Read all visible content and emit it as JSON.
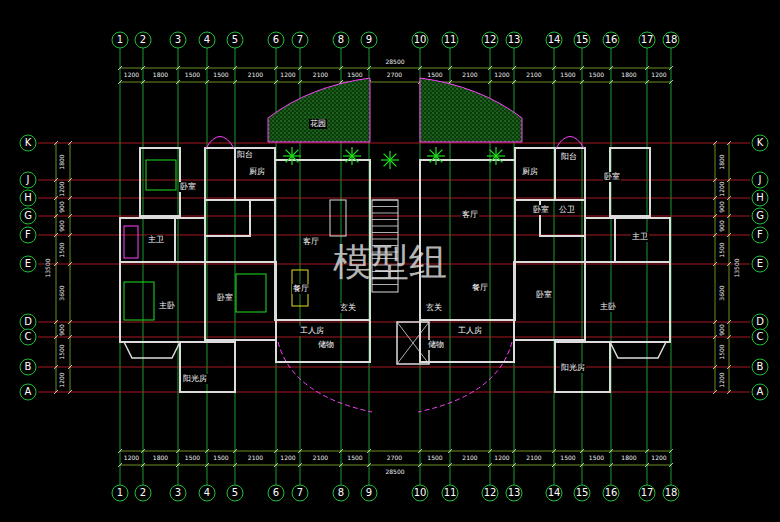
{
  "diagram": {
    "labels": [
      "1",
      "2",
      "3",
      "4",
      "5",
      "6",
      "7",
      "8",
      "9",
      "10",
      "11",
      "12",
      "13",
      "14",
      "15",
      "16",
      "17",
      "18",
      "1200",
      "1800",
      "1500",
      "1500",
      "2100",
      "1200",
      "2100",
      "1500",
      "2700",
      "1500",
      "2100",
      "1200",
      "2100",
      "1500",
      "1500",
      "1800",
      "1200",
      "28500",
      "K",
      "J",
      "H",
      "G",
      "F",
      "E",
      "D",
      "C",
      "B",
      "A",
      "1800",
      "1200",
      "900",
      "900",
      "1500",
      "3600",
      "900",
      "1500",
      "1200",
      "13500",
      "K",
      "J",
      "H",
      "G",
      "F",
      "E",
      "D",
      "C",
      "B",
      "A",
      "1800",
      "1200",
      "900",
      "900",
      "1500",
      "3600",
      "900",
      "1500",
      "1200",
      "13500",
      "1",
      "2",
      "3",
      "4",
      "5",
      "6",
      "7",
      "8",
      "9",
      "10",
      "11",
      "12",
      "13",
      "14",
      "15",
      "16",
      "17",
      "18",
      "1200",
      "1800",
      "1500",
      "1500",
      "2100",
      "1200",
      "2100",
      "1500",
      "2700",
      "1500",
      "2100",
      "1200",
      "2100",
      "1500",
      "1500",
      "1800",
      "1200",
      "28500",
      "花园",
      "阳台",
      "厨房",
      "卧室",
      "主卫",
      "客厅",
      "餐厅",
      "卧室",
      "主卧",
      "玄关",
      "工人房",
      "储物",
      "阳光房",
      "客厅",
      "厨房",
      "阳台",
      "卧室",
      "卧室",
      "公卫",
      "主卫",
      "餐厅",
      "玄关",
      "工人房",
      "储物",
      "卧室",
      "主卧",
      "阳光房",
      "模型组"
    ]
  }
}
